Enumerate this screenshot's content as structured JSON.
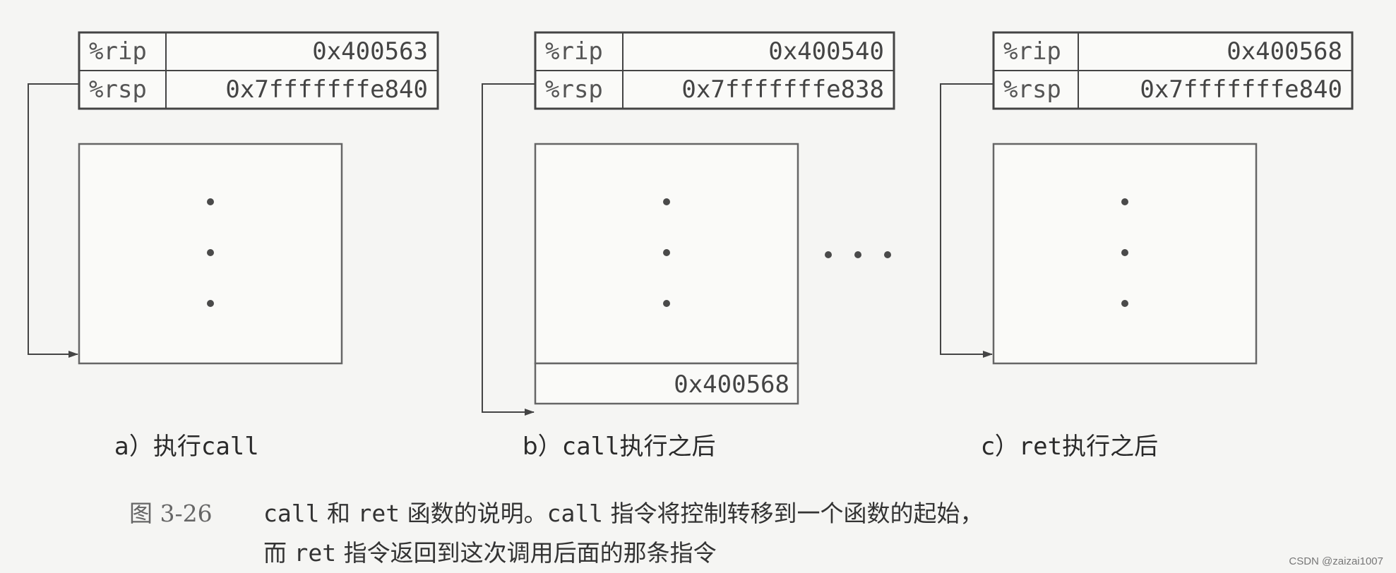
{
  "panels": [
    {
      "rip_name": "%rip",
      "rip_value": "0x400563",
      "rsp_name": "%rsp",
      "rsp_value": "0x7fffffffe840",
      "pushed_value": null,
      "caption_prefix": "a）",
      "caption_text": "执行",
      "caption_code": "call",
      "caption_suffix": ""
    },
    {
      "rip_name": "%rip",
      "rip_value": "0x400540",
      "rsp_name": "%rsp",
      "rsp_value": "0x7fffffffe838",
      "pushed_value": "0x400568",
      "caption_prefix": "b）",
      "caption_text": "",
      "caption_code": "call",
      "caption_suffix": "执行之后"
    },
    {
      "rip_name": "%rip",
      "rip_value": "0x400568",
      "rsp_name": "%rsp",
      "rsp_value": "0x7fffffffe840",
      "pushed_value": null,
      "caption_prefix": "c）",
      "caption_text": "",
      "caption_code": "ret",
      "caption_suffix": "执行之后"
    }
  ],
  "ellipsis": "• • •",
  "figure_caption": {
    "label": "图 3-26",
    "line1_parts": [
      "call",
      " 和 ",
      "ret",
      " 函数的说明。",
      "call",
      " 指令将控制转移到一个函数的起始，"
    ],
    "line2_parts": [
      "而 ",
      "ret",
      " 指令返回到这次调用后面的那条指令"
    ]
  },
  "watermark": "CSDN @zaizai1007"
}
